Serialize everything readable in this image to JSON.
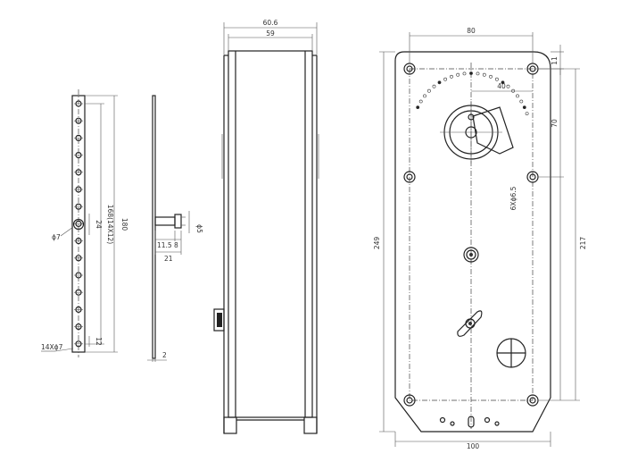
{
  "labels": {
    "d_60_6": "60.6",
    "d_59": "59",
    "d_80": "80",
    "d_40": "40",
    "d_11": "11",
    "d_70": "70",
    "d_6xphi": "6Xϕ6.5",
    "d_249": "249",
    "d_217": "217",
    "d_100": "100",
    "d_180": "180",
    "d_168": "168(14X12)",
    "d_24": "24",
    "d_phi7": "ϕ7",
    "d_12": "12",
    "d_14x": "14Xϕ7",
    "d_phi5": "ϕ5",
    "d_11_5": "11.5",
    "d_8": "8",
    "d_21": "21",
    "d_2": "2"
  }
}
